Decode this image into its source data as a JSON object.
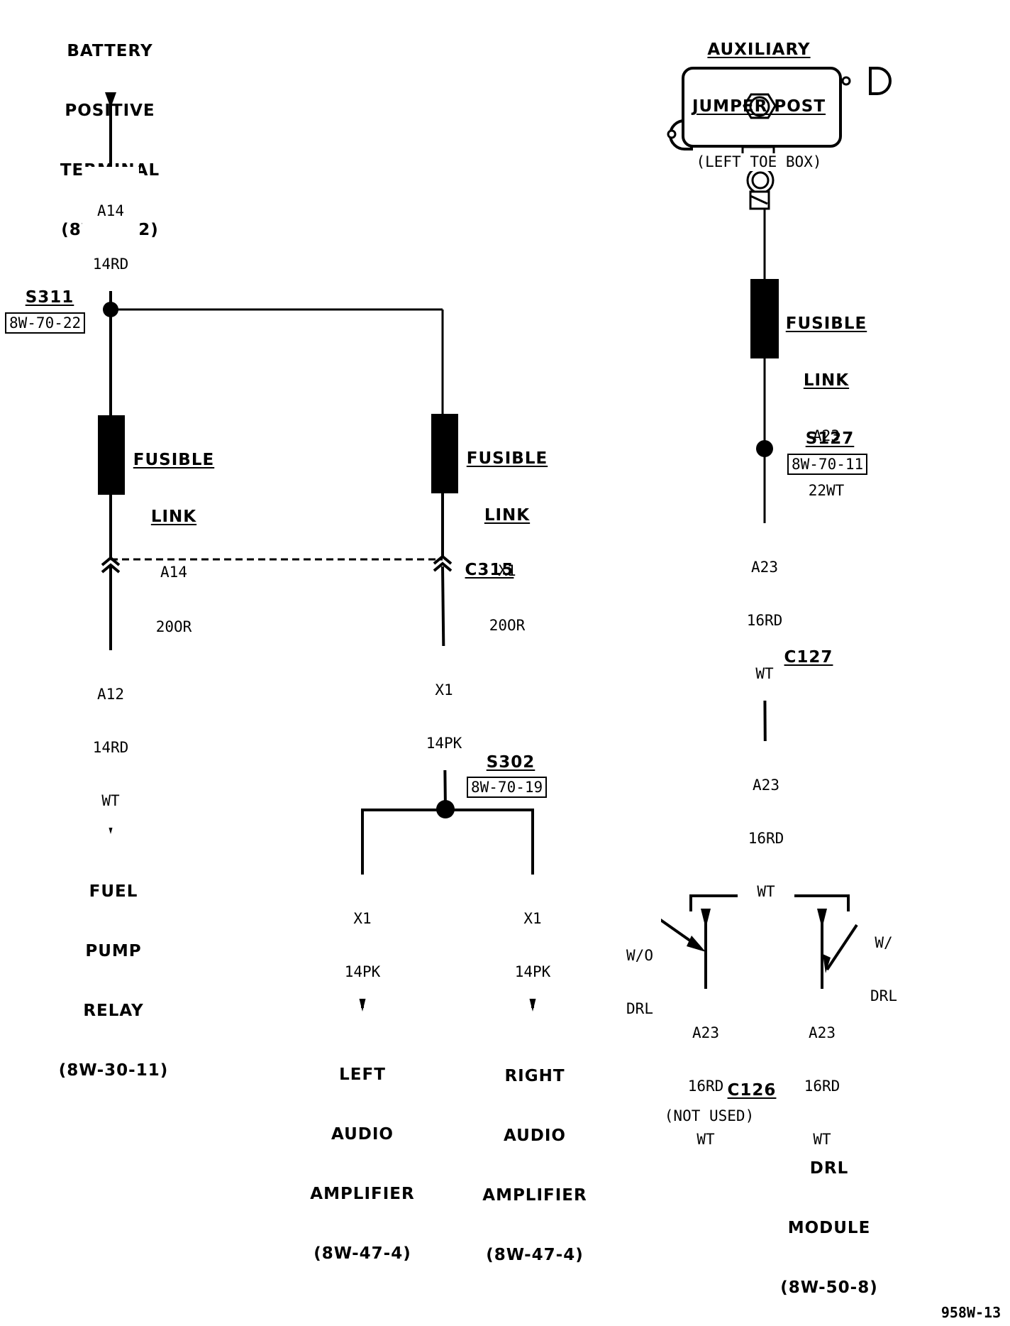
{
  "diagram": {
    "page_code": "958W-13",
    "sources": {
      "battery": {
        "lines": [
          "BATTERY",
          "POSITIVE",
          "TERMINAL",
          "(8W-20-2)"
        ]
      },
      "jumper_post": {
        "title_lines": [
          "AUXILIARY",
          "JUMPER POST"
        ],
        "location": "(LEFT TOE BOX)"
      }
    },
    "wires": {
      "a14_top": [
        "A14",
        "14RD"
      ],
      "a12": [
        "A12",
        "14RD",
        "WT"
      ],
      "x1_mid": [
        "X1",
        "14PK"
      ],
      "x1_left": [
        "X1",
        "14PK"
      ],
      "x1_right": [
        "X1",
        "14PK"
      ],
      "a23_upper": [
        "A23",
        "16RD",
        "WT"
      ],
      "a23_lower": [
        "A23",
        "16RD",
        "WT"
      ],
      "a23_wo_drl": [
        "A23",
        "16RD",
        "WT"
      ],
      "a23_w_drl": [
        "A23",
        "16RD",
        "WT"
      ]
    },
    "splices": {
      "s311": {
        "id": "S311",
        "ref": "8W-70-22"
      },
      "s302": {
        "id": "S302",
        "ref": "8W-70-19"
      },
      "s127": {
        "id": "S127",
        "ref": "8W-70-11"
      }
    },
    "fusible_links": {
      "left": {
        "title": [
          "FUSIBLE",
          "LINK"
        ],
        "circuit": "A14",
        "wire": "20OR"
      },
      "middle": {
        "title": [
          "FUSIBLE",
          "LINK"
        ],
        "circuit": "X1",
        "wire": "20OR"
      },
      "right": {
        "title": [
          "FUSIBLE",
          "LINK"
        ],
        "circuit": "A23",
        "wire": "22WT"
      }
    },
    "connectors": {
      "c315": "C315",
      "c127": "C127",
      "c126": "C126",
      "c126_note": "(NOT USED)"
    },
    "options": {
      "without_drl": [
        "W/O",
        "DRL"
      ],
      "with_drl": [
        "W/",
        "DRL"
      ]
    },
    "destinations": {
      "fuel_pump_relay": [
        "FUEL",
        "PUMP",
        "RELAY",
        "(8W-30-11)"
      ],
      "left_audio_amp": [
        "LEFT",
        "AUDIO",
        "AMPLIFIER",
        "(8W-47-4)"
      ],
      "right_audio_amp": [
        "RIGHT",
        "AUDIO",
        "AMPLIFIER",
        "(8W-47-4)"
      ],
      "drl_module": [
        "DRL",
        "MODULE",
        "(8W-50-8)"
      ]
    }
  }
}
